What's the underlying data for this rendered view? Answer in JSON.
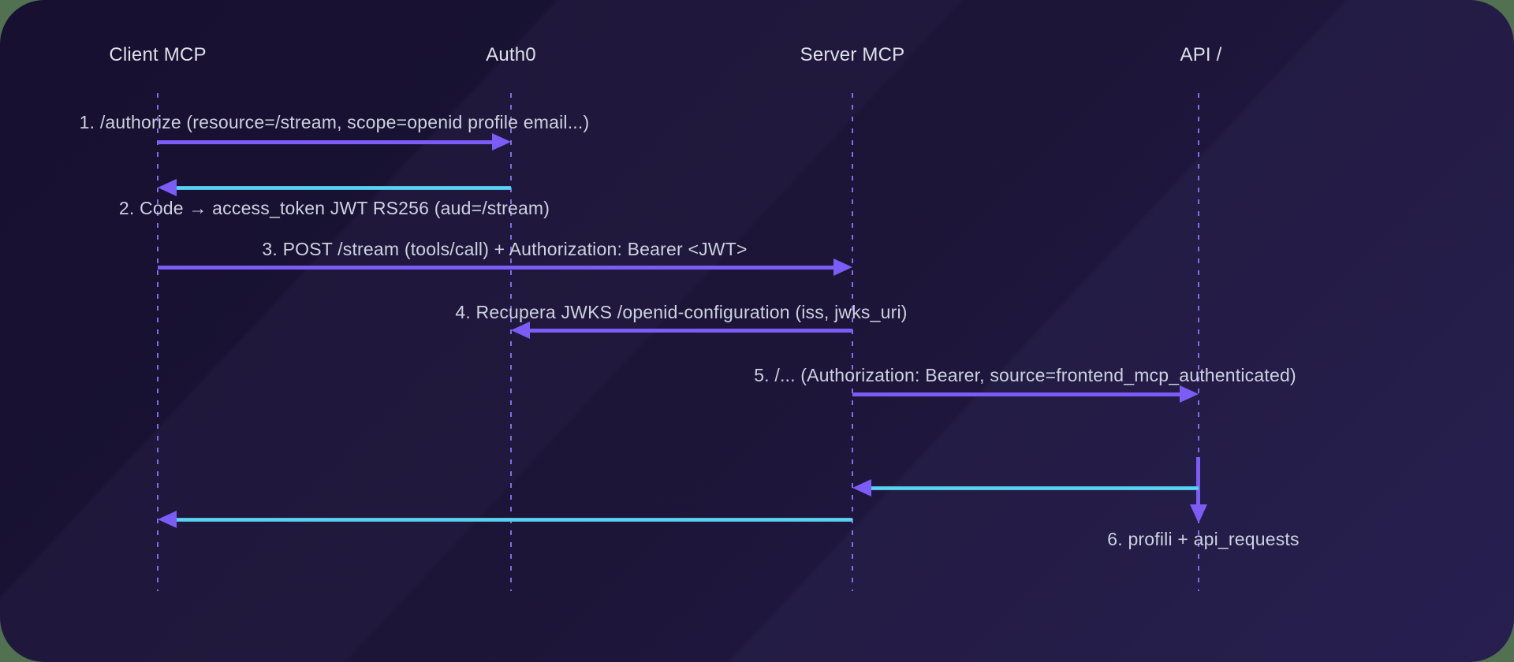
{
  "diagram": {
    "type": "sequence",
    "actors": [
      {
        "name": "Client MCP"
      },
      {
        "name": "Auth0"
      },
      {
        "name": "Server MCP"
      },
      {
        "name": "API /"
      }
    ],
    "messages": [
      {
        "label": "1. /authorize (resource=/stream, scope=openid profile email...)",
        "from": "Client MCP",
        "to": "Auth0",
        "kind": "request"
      },
      {
        "label": "2. Code → access_token JWT RS256 (aud=/stream)",
        "from": "Auth0",
        "to": "Client MCP",
        "kind": "response"
      },
      {
        "label": "3. POST /stream (tools/call) + Authorization: Bearer <JWT>",
        "from": "Client MCP",
        "to": "Server MCP",
        "kind": "request"
      },
      {
        "label": "4. Recupera JWKS /openid-configuration (iss, jwks_uri)",
        "from": "Server MCP",
        "to": "Auth0",
        "kind": "request"
      },
      {
        "label": "5. /... (Authorization: Bearer, source=frontend_mcp_authenticated)",
        "from": "Server MCP",
        "to": "API /",
        "kind": "request"
      },
      {
        "label": "6. profili + api_requests",
        "from": "API /",
        "to": "API /",
        "kind": "self"
      }
    ],
    "colors": {
      "request_arrow": "#7c5cf6",
      "response_arrow": "#4ac6e9",
      "lifeline": "#7b70e6",
      "actor_text": "#dfe0ea",
      "message_text": "#ced1e1",
      "panel_background": "#191233",
      "page_background": "#527150"
    }
  }
}
